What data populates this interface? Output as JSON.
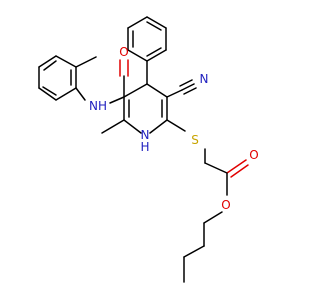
{
  "molecule": {
    "atoms": {
      "nh_amide": "NH",
      "o_amide": "O",
      "n_nitrile": "N",
      "n_ring_h": "H",
      "n_ring": "N",
      "s_thio": "S",
      "o_carbonyl": "O",
      "o_ester": "O"
    },
    "colors": {
      "nitrogen": "#1f1fbf",
      "oxygen": "#e10000",
      "sulfur": "#c8a400",
      "carbon": "#000000"
    }
  }
}
